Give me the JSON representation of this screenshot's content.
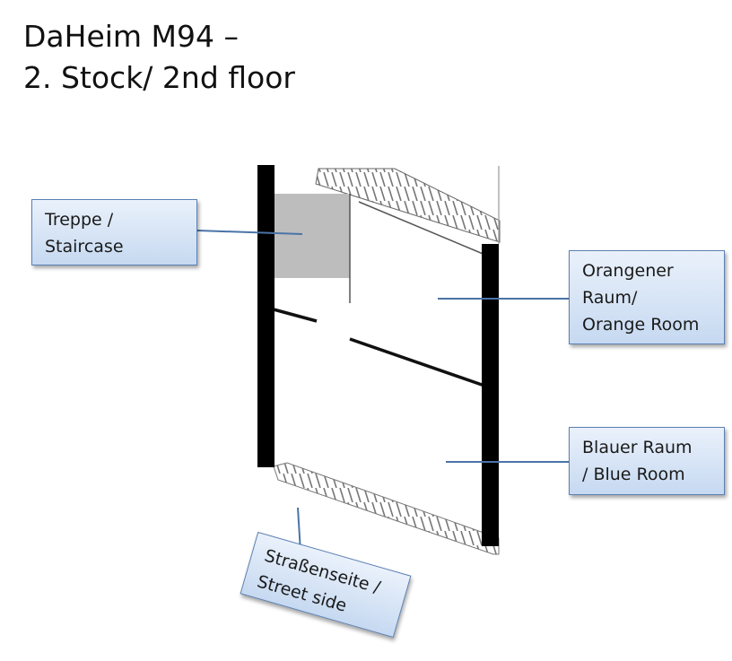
{
  "title": {
    "line1": "DaHeim M94 –",
    "line2": "2. Stock/ 2nd floor"
  },
  "labels": {
    "staircase": {
      "line1": "Treppe /",
      "line2": "Staircase"
    },
    "orange_room": {
      "line1": "Orangener",
      "line2": "Raum/",
      "line3": "Orange Room"
    },
    "blue_room": {
      "line1": "Blauer Raum",
      "line2": "/ Blue Room"
    },
    "street_side": {
      "line1": "Straßenseite /",
      "line2": "Street side"
    }
  },
  "colors": {
    "callout_border": "#5a80b3",
    "callout_fill": "#c6d9f1",
    "leader_line": "#4a74a8",
    "wall": "#000000",
    "staircase_fill": "#bdbdbd"
  }
}
